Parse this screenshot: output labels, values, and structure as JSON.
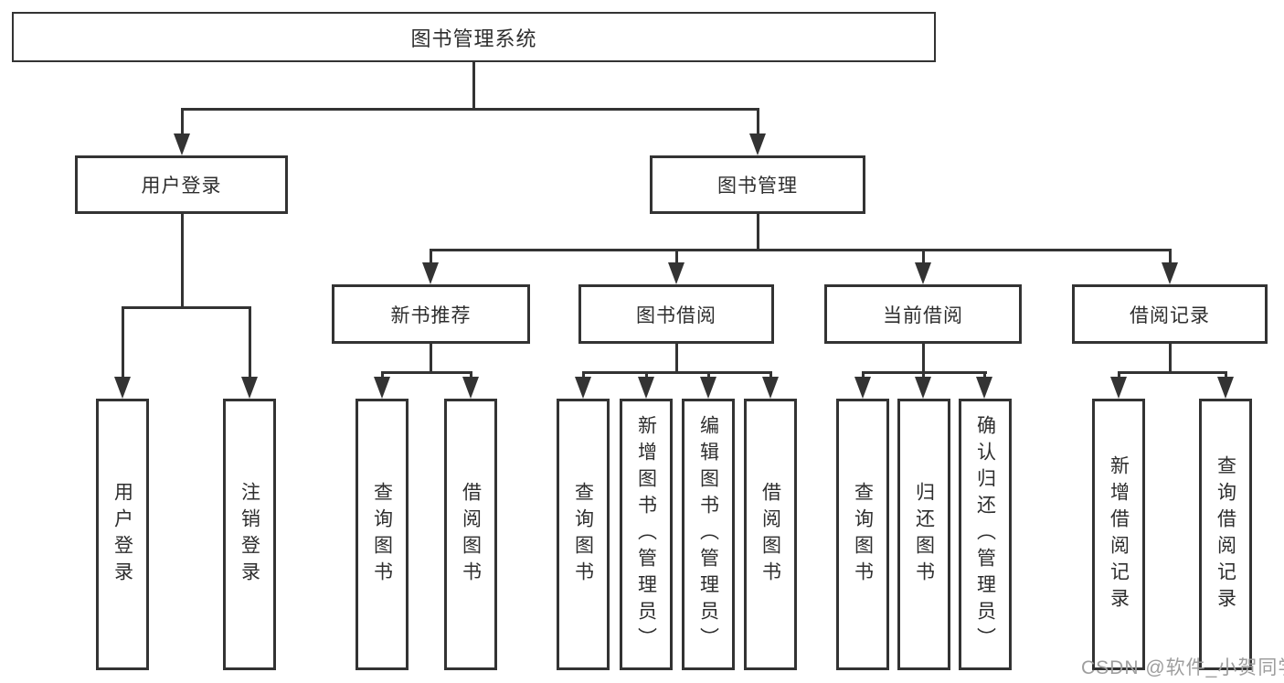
{
  "colors": {
    "line": "#333333",
    "text": "#2e2e2e",
    "box_background": "#ffffff",
    "watermark": "#9e9e9e",
    "background": "#ffffff"
  },
  "watermark": {
    "text": "CSDN @软件_小贺同学"
  },
  "tree": {
    "root": {
      "label": "图书管理系统"
    },
    "user_login": {
      "label": "用户登录",
      "children": {
        "login": {
          "label": "用户登录"
        },
        "logout": {
          "label": "注销登录"
        }
      }
    },
    "book_management": {
      "label": "图书管理",
      "sections": {
        "new_book_recommend": {
          "label": "新书推荐",
          "children": {
            "query_books": {
              "label": "查询图书"
            },
            "borrow_books": {
              "label": "借阅图书"
            }
          }
        },
        "book_borrow": {
          "label": "图书借阅",
          "children": {
            "query_books": {
              "label": "查询图书"
            },
            "add_book_admin": {
              "label": "新增图书（管理员）"
            },
            "edit_book_admin": {
              "label": "编辑图书（管理员）"
            },
            "borrow_books": {
              "label": "借阅图书"
            }
          }
        },
        "current_borrow": {
          "label": "当前借阅",
          "children": {
            "query_books": {
              "label": "查询图书"
            },
            "return_books": {
              "label": "归还图书"
            },
            "confirm_return_admin": {
              "label": "确认归还（管理员）"
            }
          }
        },
        "borrow_records": {
          "label": "借阅记录",
          "children": {
            "add_borrow_record": {
              "label": "新增借阅记录"
            },
            "query_borrow_record": {
              "label": "查询借阅记录"
            }
          }
        }
      }
    }
  }
}
